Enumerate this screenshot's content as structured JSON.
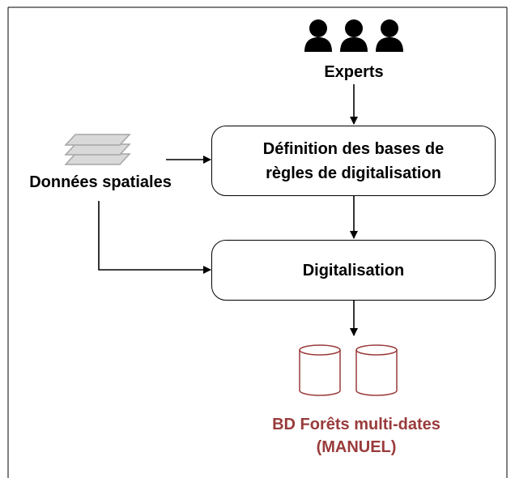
{
  "experts": {
    "label": "Experts",
    "icon": "people-group-icon"
  },
  "spatial": {
    "label": "Données spatiales",
    "icon": "layers-stack-icon"
  },
  "box_rules": {
    "line1": "Définition des bases de",
    "line2": "règles de digitalisation"
  },
  "box_digit": {
    "label": "Digitalisation"
  },
  "output": {
    "line1": "BD Forêts multi-dates",
    "line2": "(MANUEL)",
    "icon": "database-cylinders-icon"
  },
  "colors": {
    "output": "#9a3b3b",
    "layers_fill": "#d9d9d9",
    "layers_stroke": "#a6a6a6",
    "border": "#000000"
  }
}
